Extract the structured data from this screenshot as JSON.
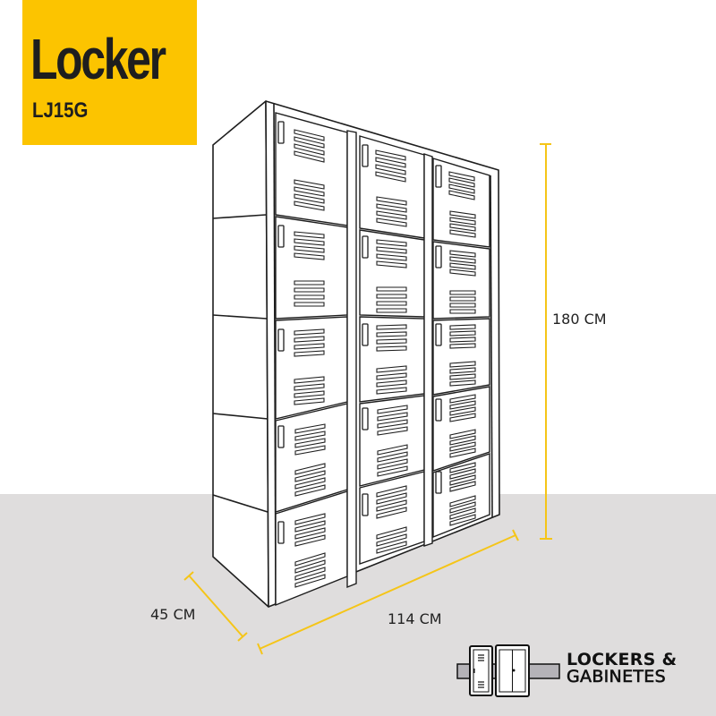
{
  "title": {
    "main": "Locker",
    "model": "LJ15G"
  },
  "dimensions": {
    "height": "180 CM",
    "width": "114 CM",
    "depth": "45 CM"
  },
  "brand": {
    "line1": "LOCKERS &",
    "line2": "GABINETES"
  },
  "product": {
    "columns": 3,
    "doors_per_column": 5,
    "total_doors": 15
  },
  "colors": {
    "accent": "#fcc400",
    "floor": "#dfdddd",
    "background": "#ffffff",
    "line": "#1e1e1e",
    "dimension_line": "#f5c518"
  }
}
